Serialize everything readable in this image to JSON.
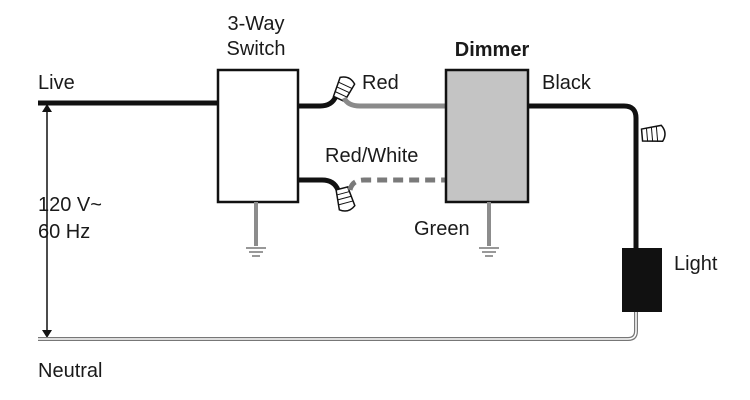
{
  "labels": {
    "live": "Live",
    "neutral": "Neutral",
    "voltage": "120 V~",
    "frequency": "60 Hz",
    "switch_line1": "3-Way",
    "switch_line2": "Switch",
    "dimmer": "Dimmer",
    "red": "Red",
    "red_white": "Red/White",
    "black": "Black",
    "green": "Green",
    "light": "Light"
  },
  "colors": {
    "wire_black": "#111111",
    "wire_red": "#8a8a8a",
    "wire_red_white": "#7a7a7a",
    "dimmer_fill": "#c4c4c4",
    "light_fill": "#111111",
    "ground": "#8c8c8c"
  }
}
